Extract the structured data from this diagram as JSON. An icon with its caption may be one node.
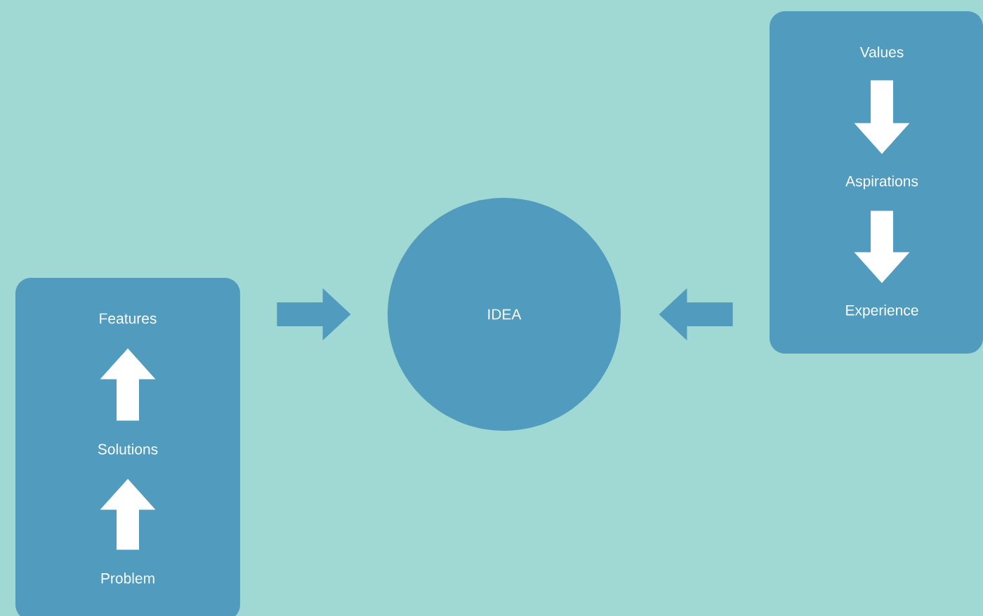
{
  "diagram": {
    "nodes": [
      {
        "text": [],
        "shape": "box"
      },
      {
        "text": [
          "Features"
        ],
        "in": 0
      },
      {
        "text": [
          "Solutions"
        ],
        "in": 0
      },
      {
        "text": [
          "Problem"
        ],
        "in": 0
      },
      {
        "text": [
          "IDEA"
        ]
      },
      {
        "text": [],
        "shape": "box"
      },
      {
        "text": [
          "Values"
        ],
        "in": 5
      },
      {
        "text": [
          "Aspirations"
        ],
        "in": 5
      },
      {
        "text": [
          "Experience"
        ],
        "in": 5
      }
    ],
    "edges": [
      {
        "from": 3,
        "to": 2,
        "arrow": "to"
      },
      {
        "from": 2,
        "to": 1,
        "arrow": "to"
      },
      {
        "from": 0,
        "to": 4,
        "arrow": "to",
        "color": "#519cbe"
      },
      {
        "from": 5,
        "to": 4,
        "arrow": "to",
        "color": "#519cbe"
      },
      {
        "from": 6,
        "to": 7,
        "arrow": "to"
      },
      {
        "from": 7,
        "to": 8,
        "arrow": "to"
      }
    ]
  }
}
